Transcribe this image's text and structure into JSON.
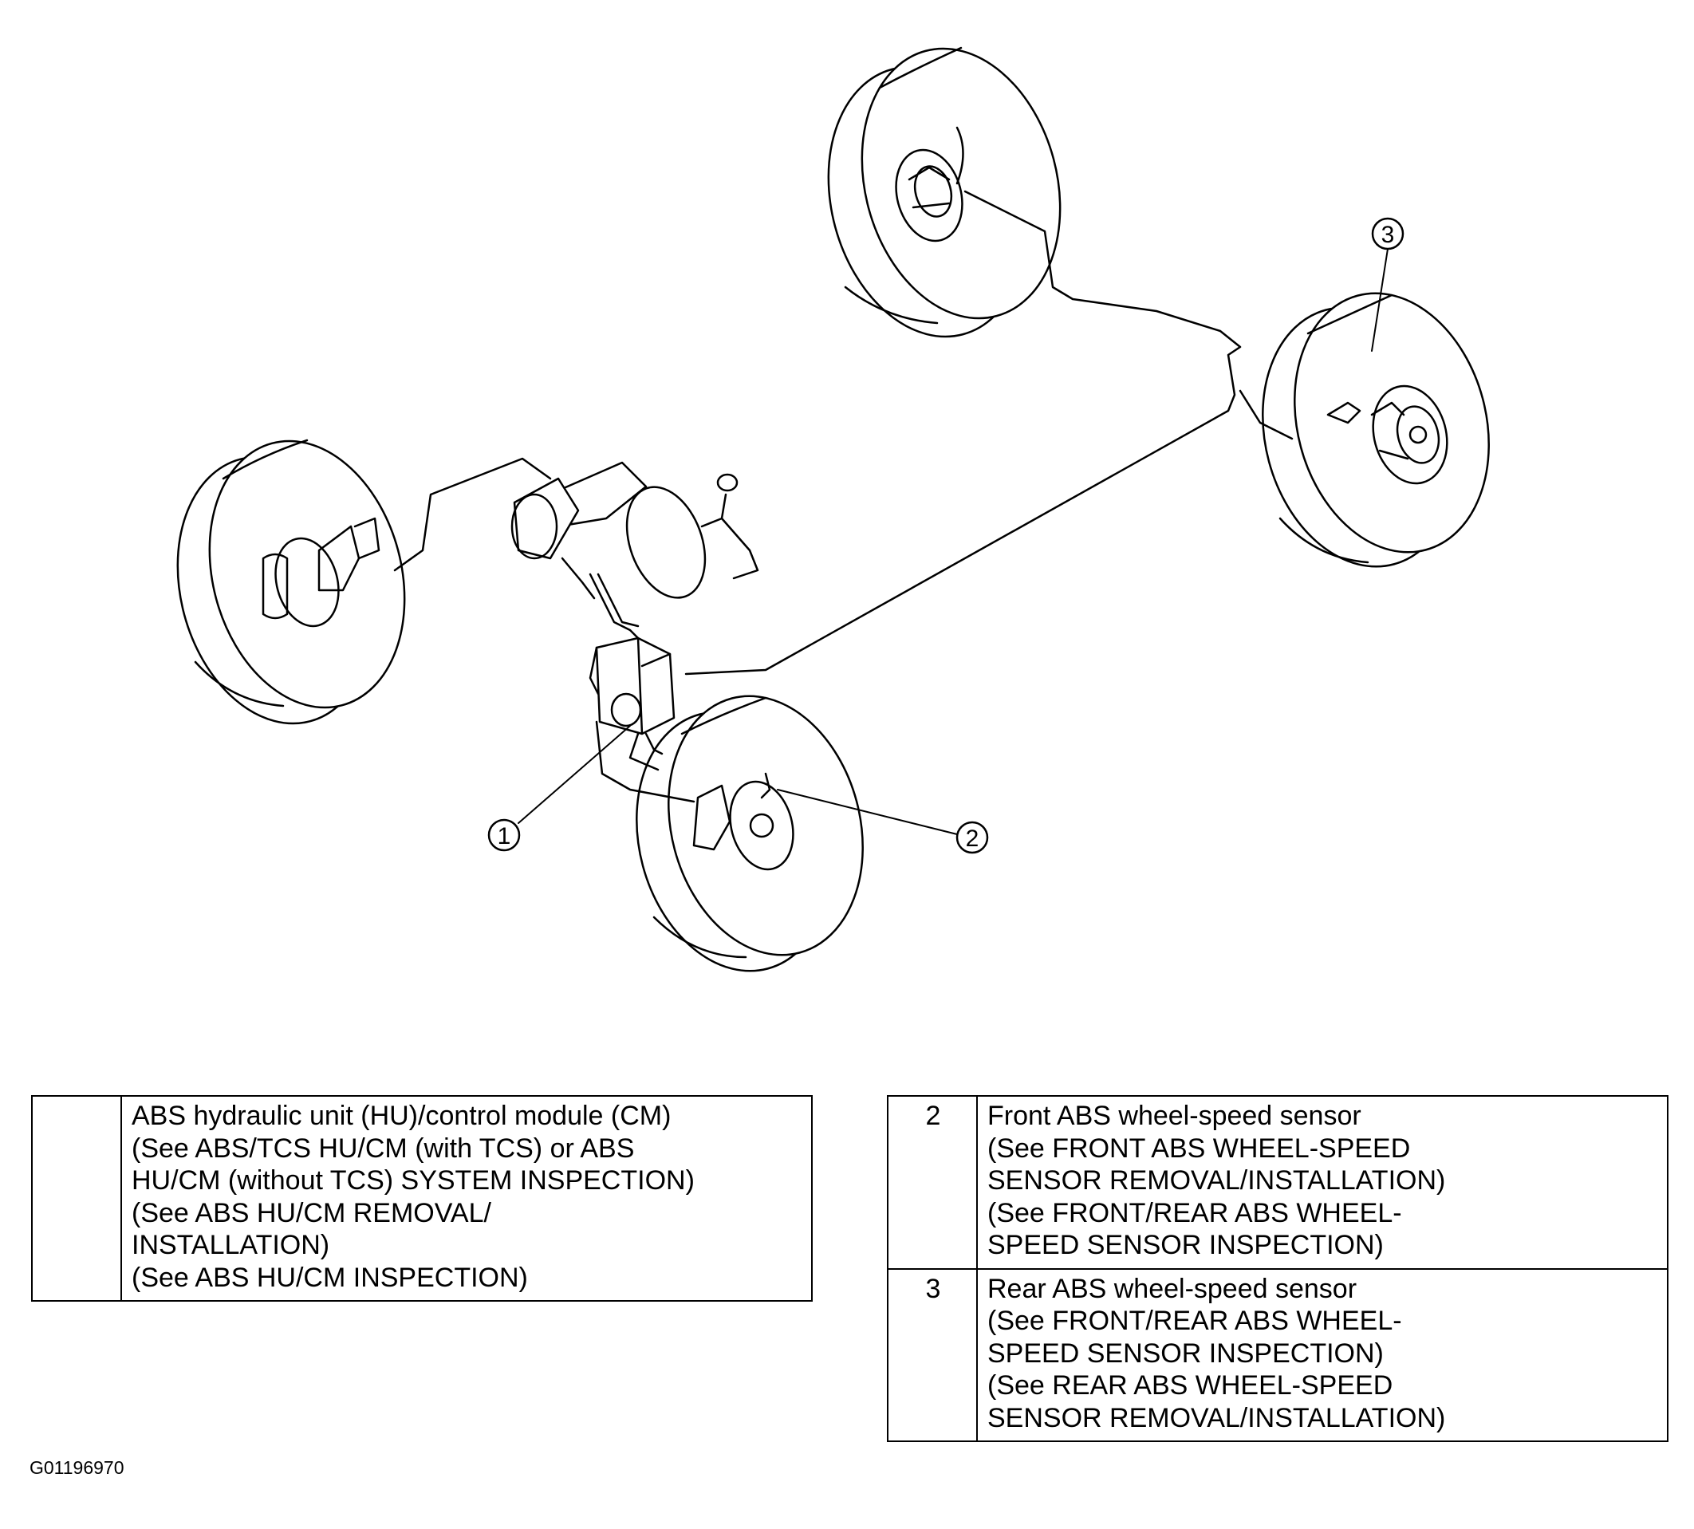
{
  "callouts": [
    "1",
    "2",
    "3"
  ],
  "legend_left": [
    {
      "number": "",
      "lines": [
        "ABS hydraulic unit (HU)/control module (CM)",
        "(See ABS/TCS HU/CM (with TCS) or ABS",
        "HU/CM (without TCS) SYSTEM INSPECTION)",
        "(See ABS HU/CM REMOVAL/",
        "INSTALLATION)",
        "(See ABS HU/CM INSPECTION)"
      ]
    }
  ],
  "legend_right": [
    {
      "number": "2",
      "lines": [
        "Front ABS wheel-speed sensor",
        "(See FRONT ABS WHEEL-SPEED",
        "SENSOR REMOVAL/INSTALLATION)",
        "(See FRONT/REAR ABS WHEEL-",
        "SPEED SENSOR INSPECTION)"
      ]
    },
    {
      "number": "3",
      "lines": [
        "Rear ABS wheel-speed sensor",
        "(See FRONT/REAR ABS WHEEL-",
        "SPEED SENSOR INSPECTION)",
        "(See REAR ABS WHEEL-SPEED",
        "SENSOR REMOVAL/INSTALLATION)"
      ]
    }
  ],
  "figure_id": "G01196970"
}
